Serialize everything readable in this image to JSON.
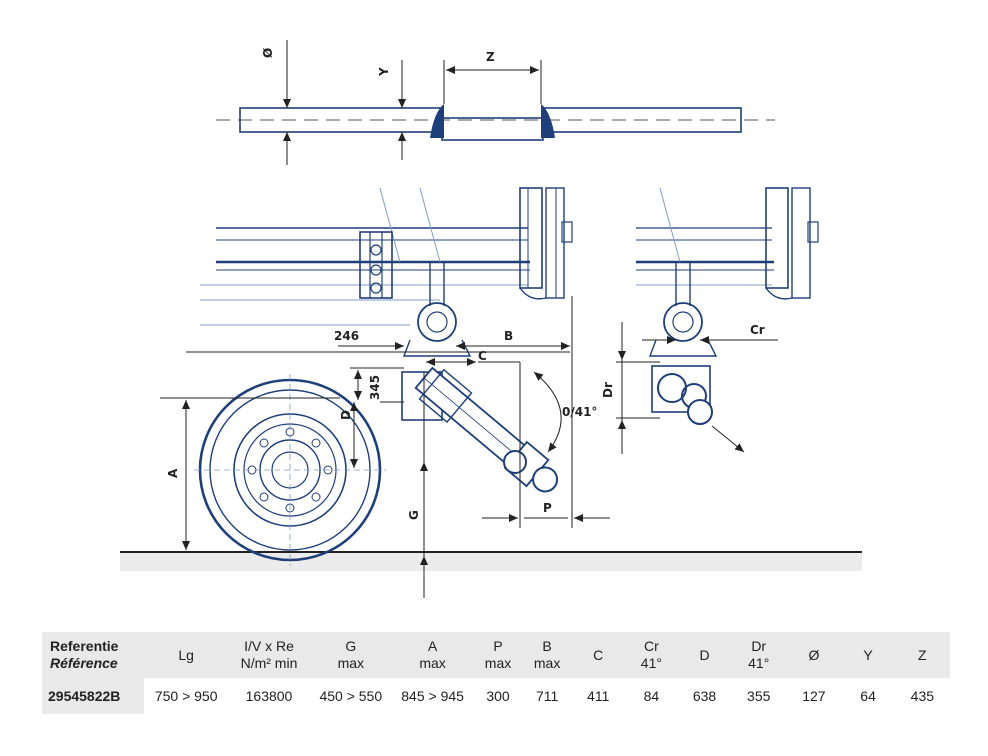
{
  "labels": {
    "diameter": "Ø",
    "y": "Y",
    "z": "Z",
    "dim_246": "246",
    "b": "B",
    "c": "C",
    "h345": "345",
    "d": "D",
    "a": "A",
    "g": "G",
    "p": "P",
    "angle": "0/41°",
    "cr": "Cr",
    "dr": "Dr"
  },
  "colors": {
    "line": "#1f3f7a",
    "light_line": "#7f9cc8",
    "dim": "#222222",
    "table_header_bg": "#e9e9e9"
  },
  "table": {
    "headers": [
      {
        "line1": "Referentie",
        "line2": "Référence"
      },
      {
        "line1": "Lg",
        "line2": ""
      },
      {
        "line1": "I/V x Re",
        "line2": "N/m² min"
      },
      {
        "line1": "G",
        "line2": "max"
      },
      {
        "line1": "A",
        "line2": "max"
      },
      {
        "line1": "P",
        "line2": "max"
      },
      {
        "line1": "B",
        "line2": "max"
      },
      {
        "line1": "C",
        "line2": ""
      },
      {
        "line1": "Cr",
        "line2": "41°"
      },
      {
        "line1": "D",
        "line2": ""
      },
      {
        "line1": "Dr",
        "line2": "41°"
      },
      {
        "line1": "Ø",
        "line2": ""
      },
      {
        "line1": "Y",
        "line2": ""
      },
      {
        "line1": "Z",
        "line2": ""
      }
    ],
    "row": [
      "29545822B",
      "750 > 950",
      "163800",
      "450 > 550",
      "845 > 945",
      "300",
      "711",
      "411",
      "84",
      "638",
      "355",
      "127",
      "64",
      "435"
    ]
  }
}
